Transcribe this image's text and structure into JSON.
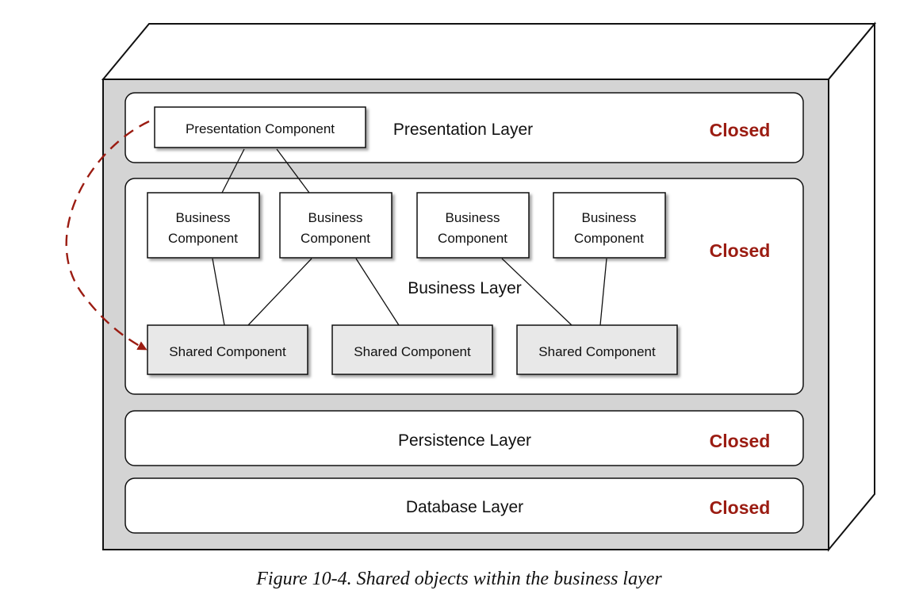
{
  "layers": {
    "presentation": {
      "label": "Presentation Layer",
      "status": "Closed"
    },
    "business": {
      "label": "Business Layer",
      "status": "Closed"
    },
    "persistence": {
      "label": "Persistence Layer",
      "status": "Closed"
    },
    "database": {
      "label": "Database Layer",
      "status": "Closed"
    }
  },
  "components": {
    "presentation": "Presentation Component",
    "business": [
      {
        "line1": "Business",
        "line2": "Component"
      },
      {
        "line1": "Business",
        "line2": "Component"
      },
      {
        "line1": "Business",
        "line2": "Component"
      },
      {
        "line1": "Business",
        "line2": "Component"
      }
    ],
    "shared": [
      "Shared Component",
      "Shared Component",
      "Shared Component"
    ]
  },
  "caption": "Figure 10-4. Shared objects within the business layer",
  "colors": {
    "closed": "#9b1c12",
    "arrow": "#9b1c12",
    "outer_fill": "#d4d4d4",
    "shared_fill": "#e8e8e8"
  }
}
